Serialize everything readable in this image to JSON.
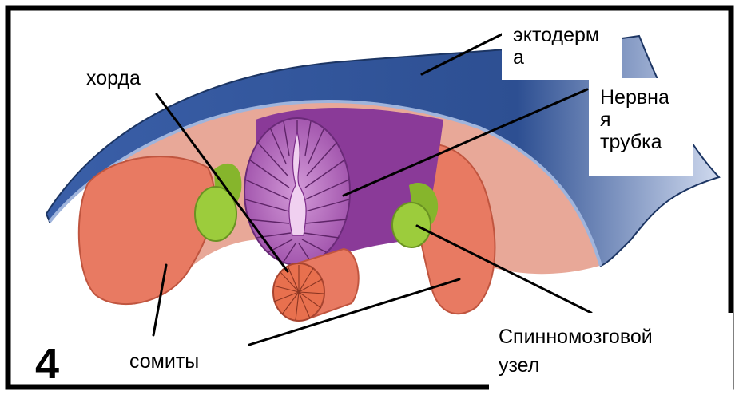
{
  "labels": {
    "ectoderm": "эктодерм\nа",
    "neural_tube": "Нервна\nя\nтрубка",
    "chord": "хорда",
    "somites": "сомиты",
    "spinal_ganglion": "Спинномозговой\nузел"
  },
  "panel_number": "4",
  "colors": {
    "ectoderm": "#2f5597",
    "ectoderm_light": "#5b7fc0",
    "neural_tube": "#b06ab8",
    "neural_tube_dark": "#7a2a88",
    "mesoderm_pink": "#e8a898",
    "somite": "#e87a62",
    "ganglion": "#9ccc3c",
    "chord": "#e8704e",
    "frame": "#000000"
  }
}
